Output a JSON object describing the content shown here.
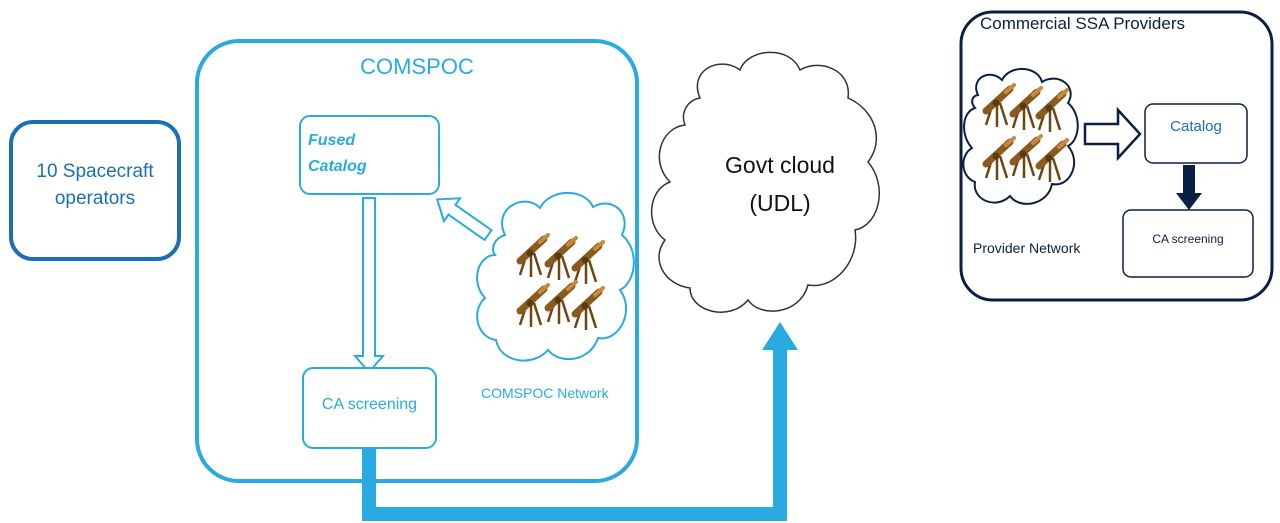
{
  "operators": {
    "label_line1": "10 Spacecraft",
    "label_line2": "operators"
  },
  "comspoc": {
    "title": "COMSPOC",
    "fused_catalog_line1": "Fused",
    "fused_catalog_line2": "Catalog",
    "ca_screening": "CA screening",
    "network_label": "COMSPOC Network"
  },
  "govt_cloud": {
    "label_line1": "Govt cloud",
    "label_line2": "(UDL)"
  },
  "commercial": {
    "title": "Commercial SSA Providers",
    "catalog": "Catalog",
    "ca_screening": "CA screening",
    "network_label": "Provider Network"
  },
  "colors": {
    "comspoc_blue": "#29abe2",
    "operators_blue": "#1b6fb5",
    "navy": "#0b1f45",
    "telescope_brown": "#8b5a1e"
  },
  "icons": {
    "telescope": "telescope-icon",
    "cloud": "cloud-shape"
  }
}
